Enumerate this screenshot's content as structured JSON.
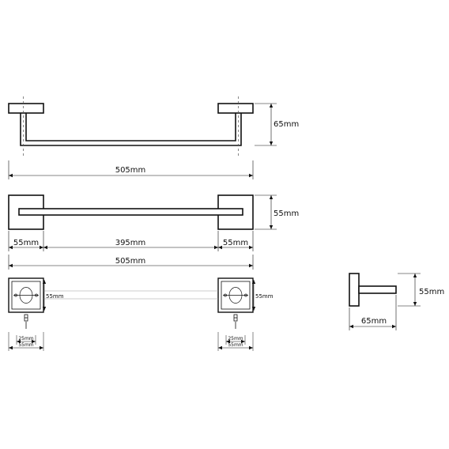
{
  "drawing": {
    "top_view": {
      "height": "65mm",
      "width": "505mm"
    },
    "front_view": {
      "height": "55mm",
      "left_base": "55mm",
      "span": "395mm",
      "right_base": "55mm",
      "total": "505mm"
    },
    "mount_view": {
      "left_plate_height": "55mm",
      "right_plate_height": "55mm",
      "left_hole": "25mm",
      "left_plate": "55mm",
      "right_hole": "25mm",
      "right_plate": "55mm"
    },
    "side_view": {
      "height": "55mm",
      "depth": "65mm"
    }
  }
}
